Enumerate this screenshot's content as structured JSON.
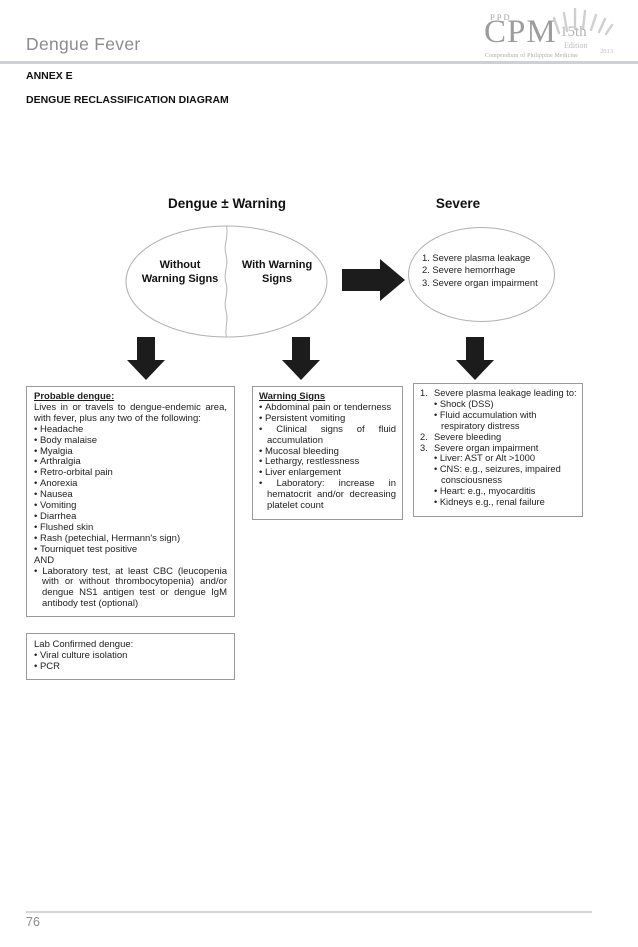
{
  "page": {
    "title": "Dengue Fever",
    "annex_label": "ANNEX E",
    "doc_heading": "DENGUE RECLASSIFICATION DIAGRAM",
    "page_number": "76"
  },
  "logo": {
    "ppd": "PPD",
    "acronym": "CPM",
    "edition_number": "15th",
    "edition_word": "Edition",
    "year": "2013",
    "tagline": "Compendium of Philippine Medicine"
  },
  "diagram": {
    "left_branch_title": "Dengue ± Warning",
    "right_branch_title": "Severe",
    "classification_ellipse": {
      "without_label": "Without Warning Signs",
      "with_label": "With Warning Signs"
    },
    "severe_ellipse_items": [
      "1. Severe plasma leakage",
      "2. Severe hemorrhage",
      "3. Severe organ impairment"
    ],
    "boxes": {
      "probable": {
        "title": "Probable dengue:",
        "intro": "Lives in or travels to dengue-endemic area, with fever, plus any two of the following:",
        "symptoms": [
          "Headache",
          "Body malaise",
          "Myalgia",
          "Arthralgia",
          "Retro-orbital pain",
          "Anorexia",
          "Nausea",
          "Vomiting",
          "Diarrhea",
          "Flushed skin",
          "Rash (petechial, Hermann's sign)",
          "Tourniquet test positive"
        ],
        "and_label": "AND",
        "lab_criteria": "Laboratory test, at least CBC (leucopenia with or without thrombocytopenia) and/or dengue NS1 antigen test or dengue IgM antibody test (optional)"
      },
      "warning": {
        "title": "Warning Signs",
        "signs": [
          "Abdominal pain or tenderness",
          "Persistent vomiting",
          "Clinical signs of fluid accumulation",
          "Mucosal bleeding",
          "Lethargy, restlessness",
          "Liver enlargement",
          "Laboratory: increase in hematocrit and/or decreasing platelet count"
        ]
      },
      "severe": {
        "items": [
          {
            "marker": "1.",
            "text": "Severe plasma leakage leading to:",
            "subs": [
              "Shock (DSS)",
              "Fluid accumulation with respiratory distress"
            ]
          },
          {
            "marker": "2.",
            "text": "Severe bleeding",
            "subs": []
          },
          {
            "marker": "3.",
            "text": "Severe organ impairment",
            "subs": [
              "Liver: AST or Alt >1000",
              "CNS: e.g., seizures, impaired consciousness",
              "Heart: e.g., myocarditis",
              "Kidneys e.g., renal failure"
            ]
          }
        ]
      },
      "lab_confirmed": {
        "title": "Lab Confirmed dengue:",
        "tests": [
          "Viral culture isolation",
          "PCR"
        ]
      }
    }
  },
  "colors": {
    "arrow": "#1c1c1c",
    "box_border": "#9a9a9a",
    "ellipse_border": "#b0b0b0",
    "muted_text": "#8c8c8c",
    "logo_gray": "#9d9d9d"
  }
}
